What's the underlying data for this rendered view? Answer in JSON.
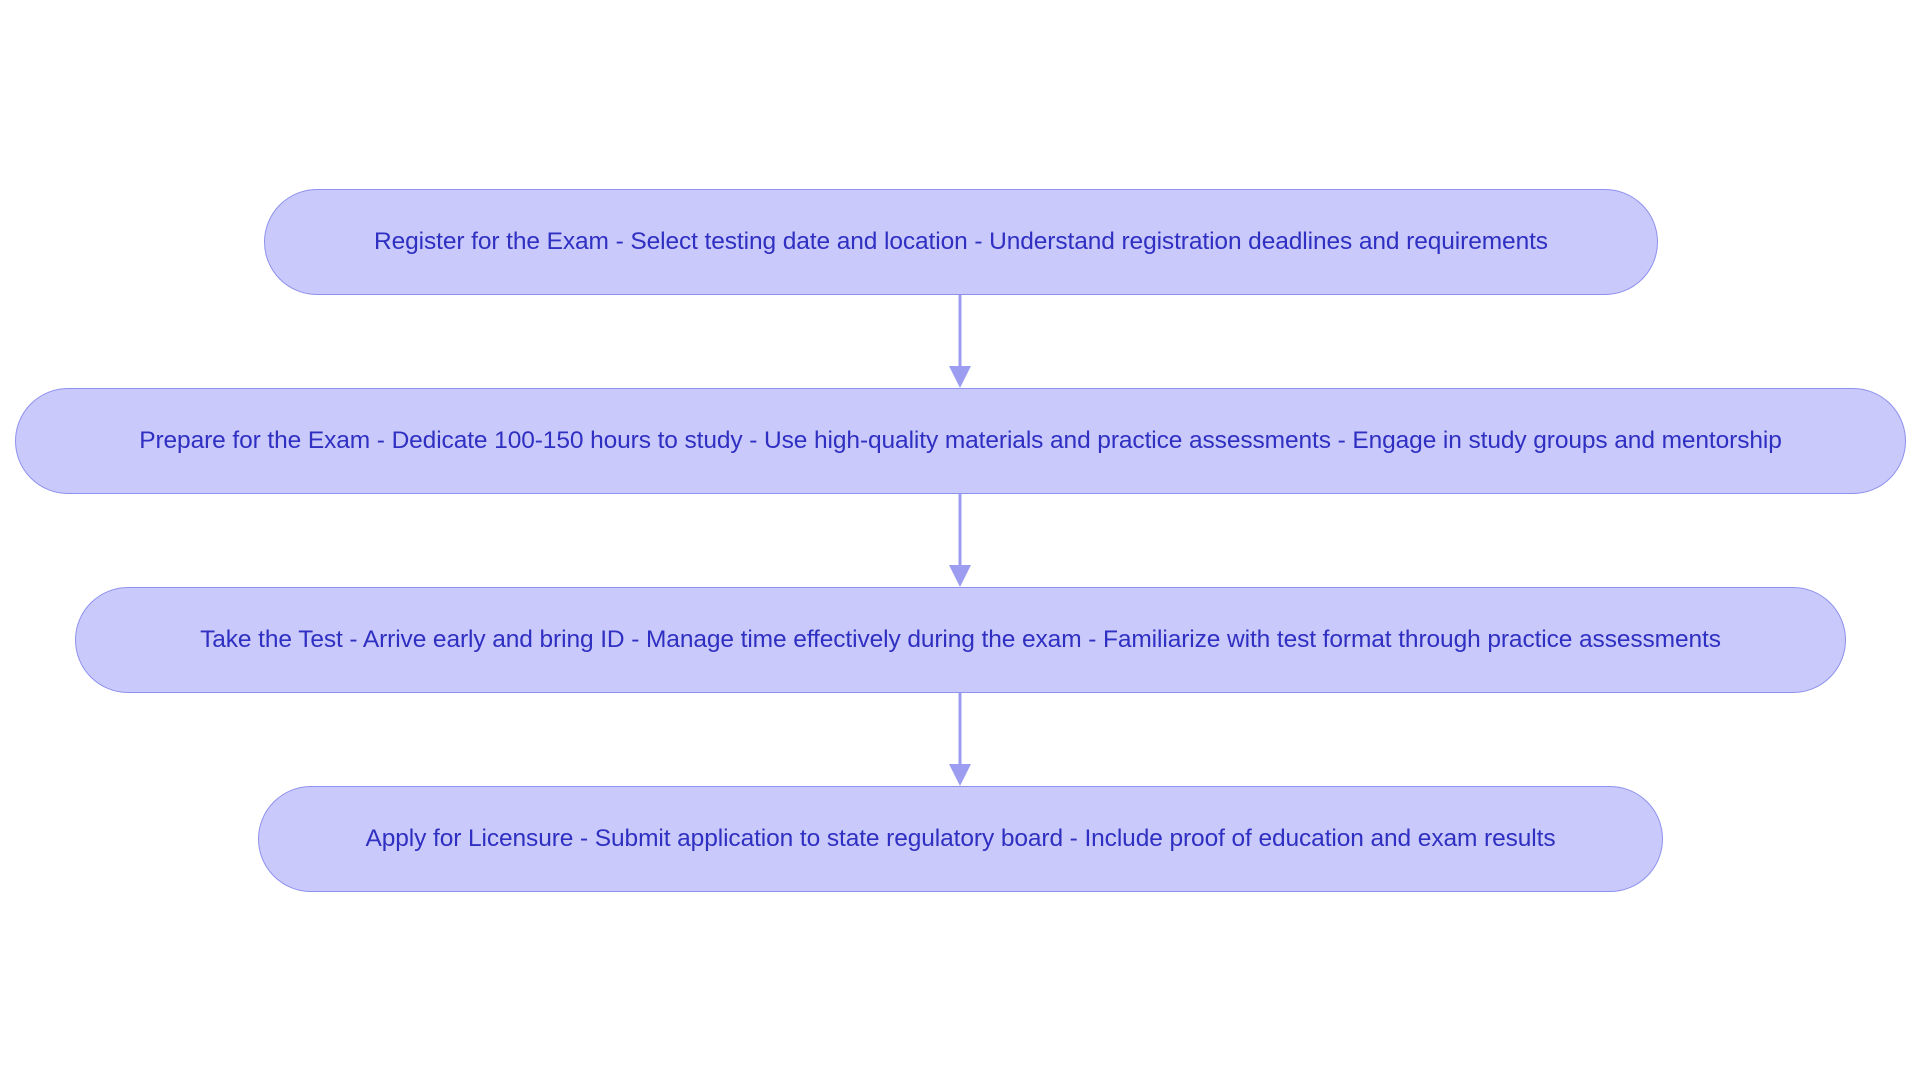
{
  "diagram": {
    "type": "flowchart",
    "direction": "top-to-bottom",
    "colors": {
      "node_fill": "#c9cafb",
      "node_border": "#8f91ee",
      "text": "#2f2fc2",
      "edge": "#9c9df0"
    },
    "nodes": [
      {
        "id": "register",
        "label": "Register for the Exam - Select testing date and location - Understand registration deadlines and requirements"
      },
      {
        "id": "prepare",
        "label": "Prepare for the Exam - Dedicate 100-150 hours to study - Use high-quality materials and practice assessments - Engage in study groups and mentorship"
      },
      {
        "id": "take-test",
        "label": "Take the Test - Arrive early and bring ID - Manage time effectively during the exam - Familiarize with test format through practice assessments"
      },
      {
        "id": "apply",
        "label": "Apply for Licensure - Submit application to state regulatory board - Include proof of education and exam results"
      }
    ],
    "edges": [
      {
        "from": "register",
        "to": "prepare"
      },
      {
        "from": "prepare",
        "to": "take-test"
      },
      {
        "from": "take-test",
        "to": "apply"
      }
    ]
  }
}
